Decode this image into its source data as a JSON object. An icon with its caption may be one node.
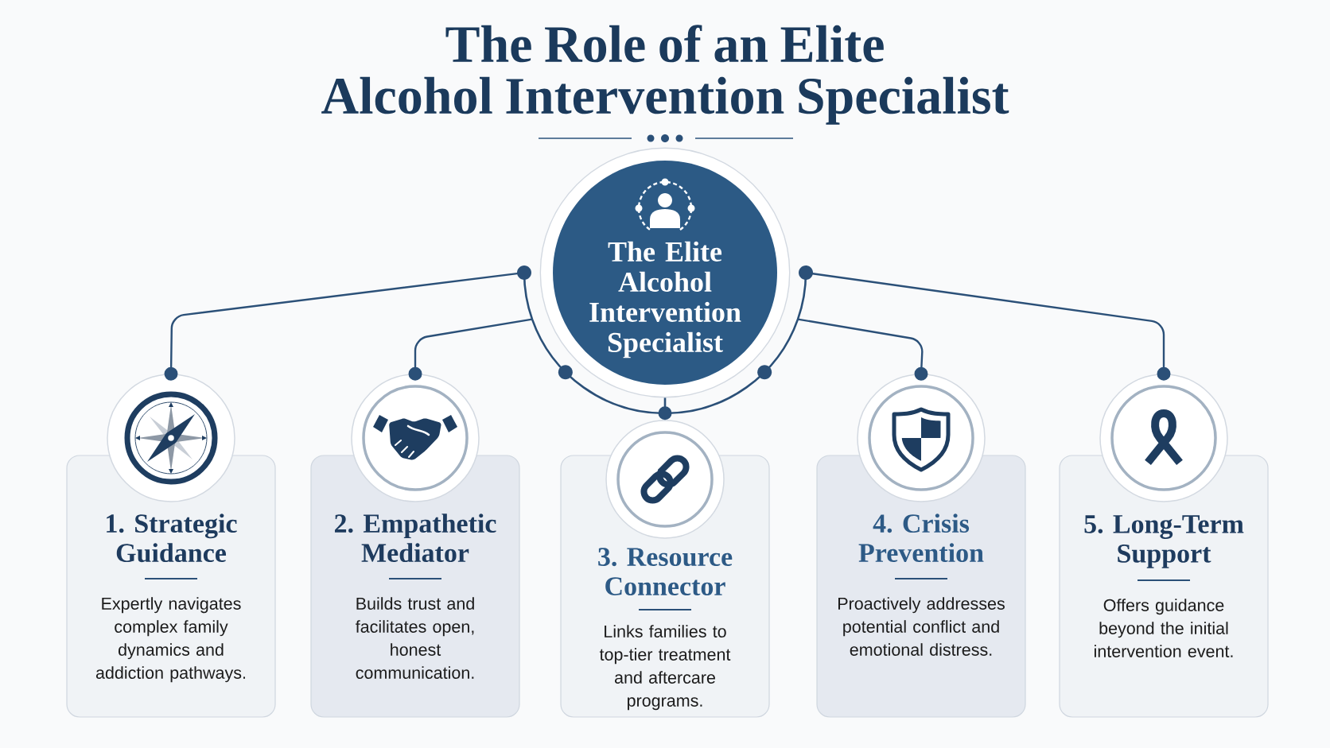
{
  "diagram": {
    "title": "The Role of an Elite Alcohol Intervention Specialist",
    "nodes": [
      {
        "text": [
          "The Elite Alcohol Intervention Specialist"
        ]
      },
      {
        "text": [
          "1. Strategic Guidance",
          "Expertly navigates complex family dynamics and addiction pathways."
        ]
      },
      {
        "text": [
          "2. Empathetic Mediator",
          "Builds trust and facilitates open, honest communication."
        ]
      },
      {
        "text": [
          "3. Resource Connector",
          "Links families to top-tier treatment and aftercare programs."
        ]
      },
      {
        "text": [
          "4. Crisis Prevention",
          "Proactively addresses potential conflict and emotional distress."
        ]
      },
      {
        "text": [
          "5. Long-Term Support",
          "Offers guidance beyond the initial intervention event."
        ]
      }
    ],
    "edges": [
      {
        "from": 0,
        "to": 1,
        "arrow": "other"
      },
      {
        "from": 0,
        "to": 2,
        "arrow": "other"
      },
      {
        "from": 0,
        "to": 3,
        "arrow": "other"
      },
      {
        "from": 0,
        "to": 4,
        "arrow": "other"
      },
      {
        "from": 0,
        "to": 5,
        "arrow": "other"
      }
    ]
  }
}
